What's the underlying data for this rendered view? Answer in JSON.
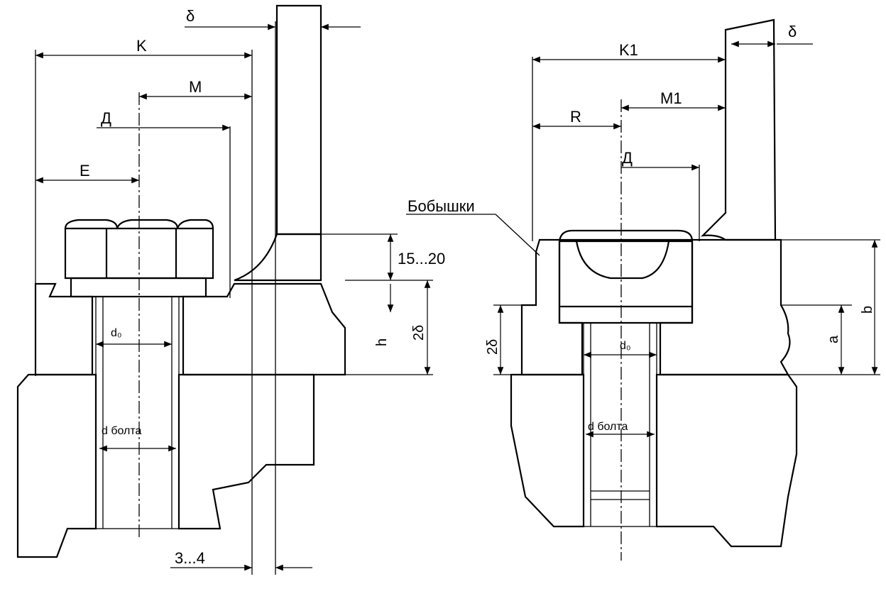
{
  "left_view": {
    "delta": "δ",
    "K": "K",
    "M": "M",
    "D": "Д",
    "E": "E",
    "range_15_20": "15...20",
    "two_delta": "2δ",
    "h": "h",
    "d0": "d₀",
    "bolt": "d болта",
    "range_3_4": "3...4"
  },
  "right_view": {
    "delta": "δ",
    "K1": "K1",
    "M1": "M1",
    "R": "R",
    "D": "Д",
    "bosses": "Бобышки",
    "two_delta": "2δ",
    "d0": "d₀",
    "a": "a",
    "b": "b",
    "bolt": "d болта"
  }
}
